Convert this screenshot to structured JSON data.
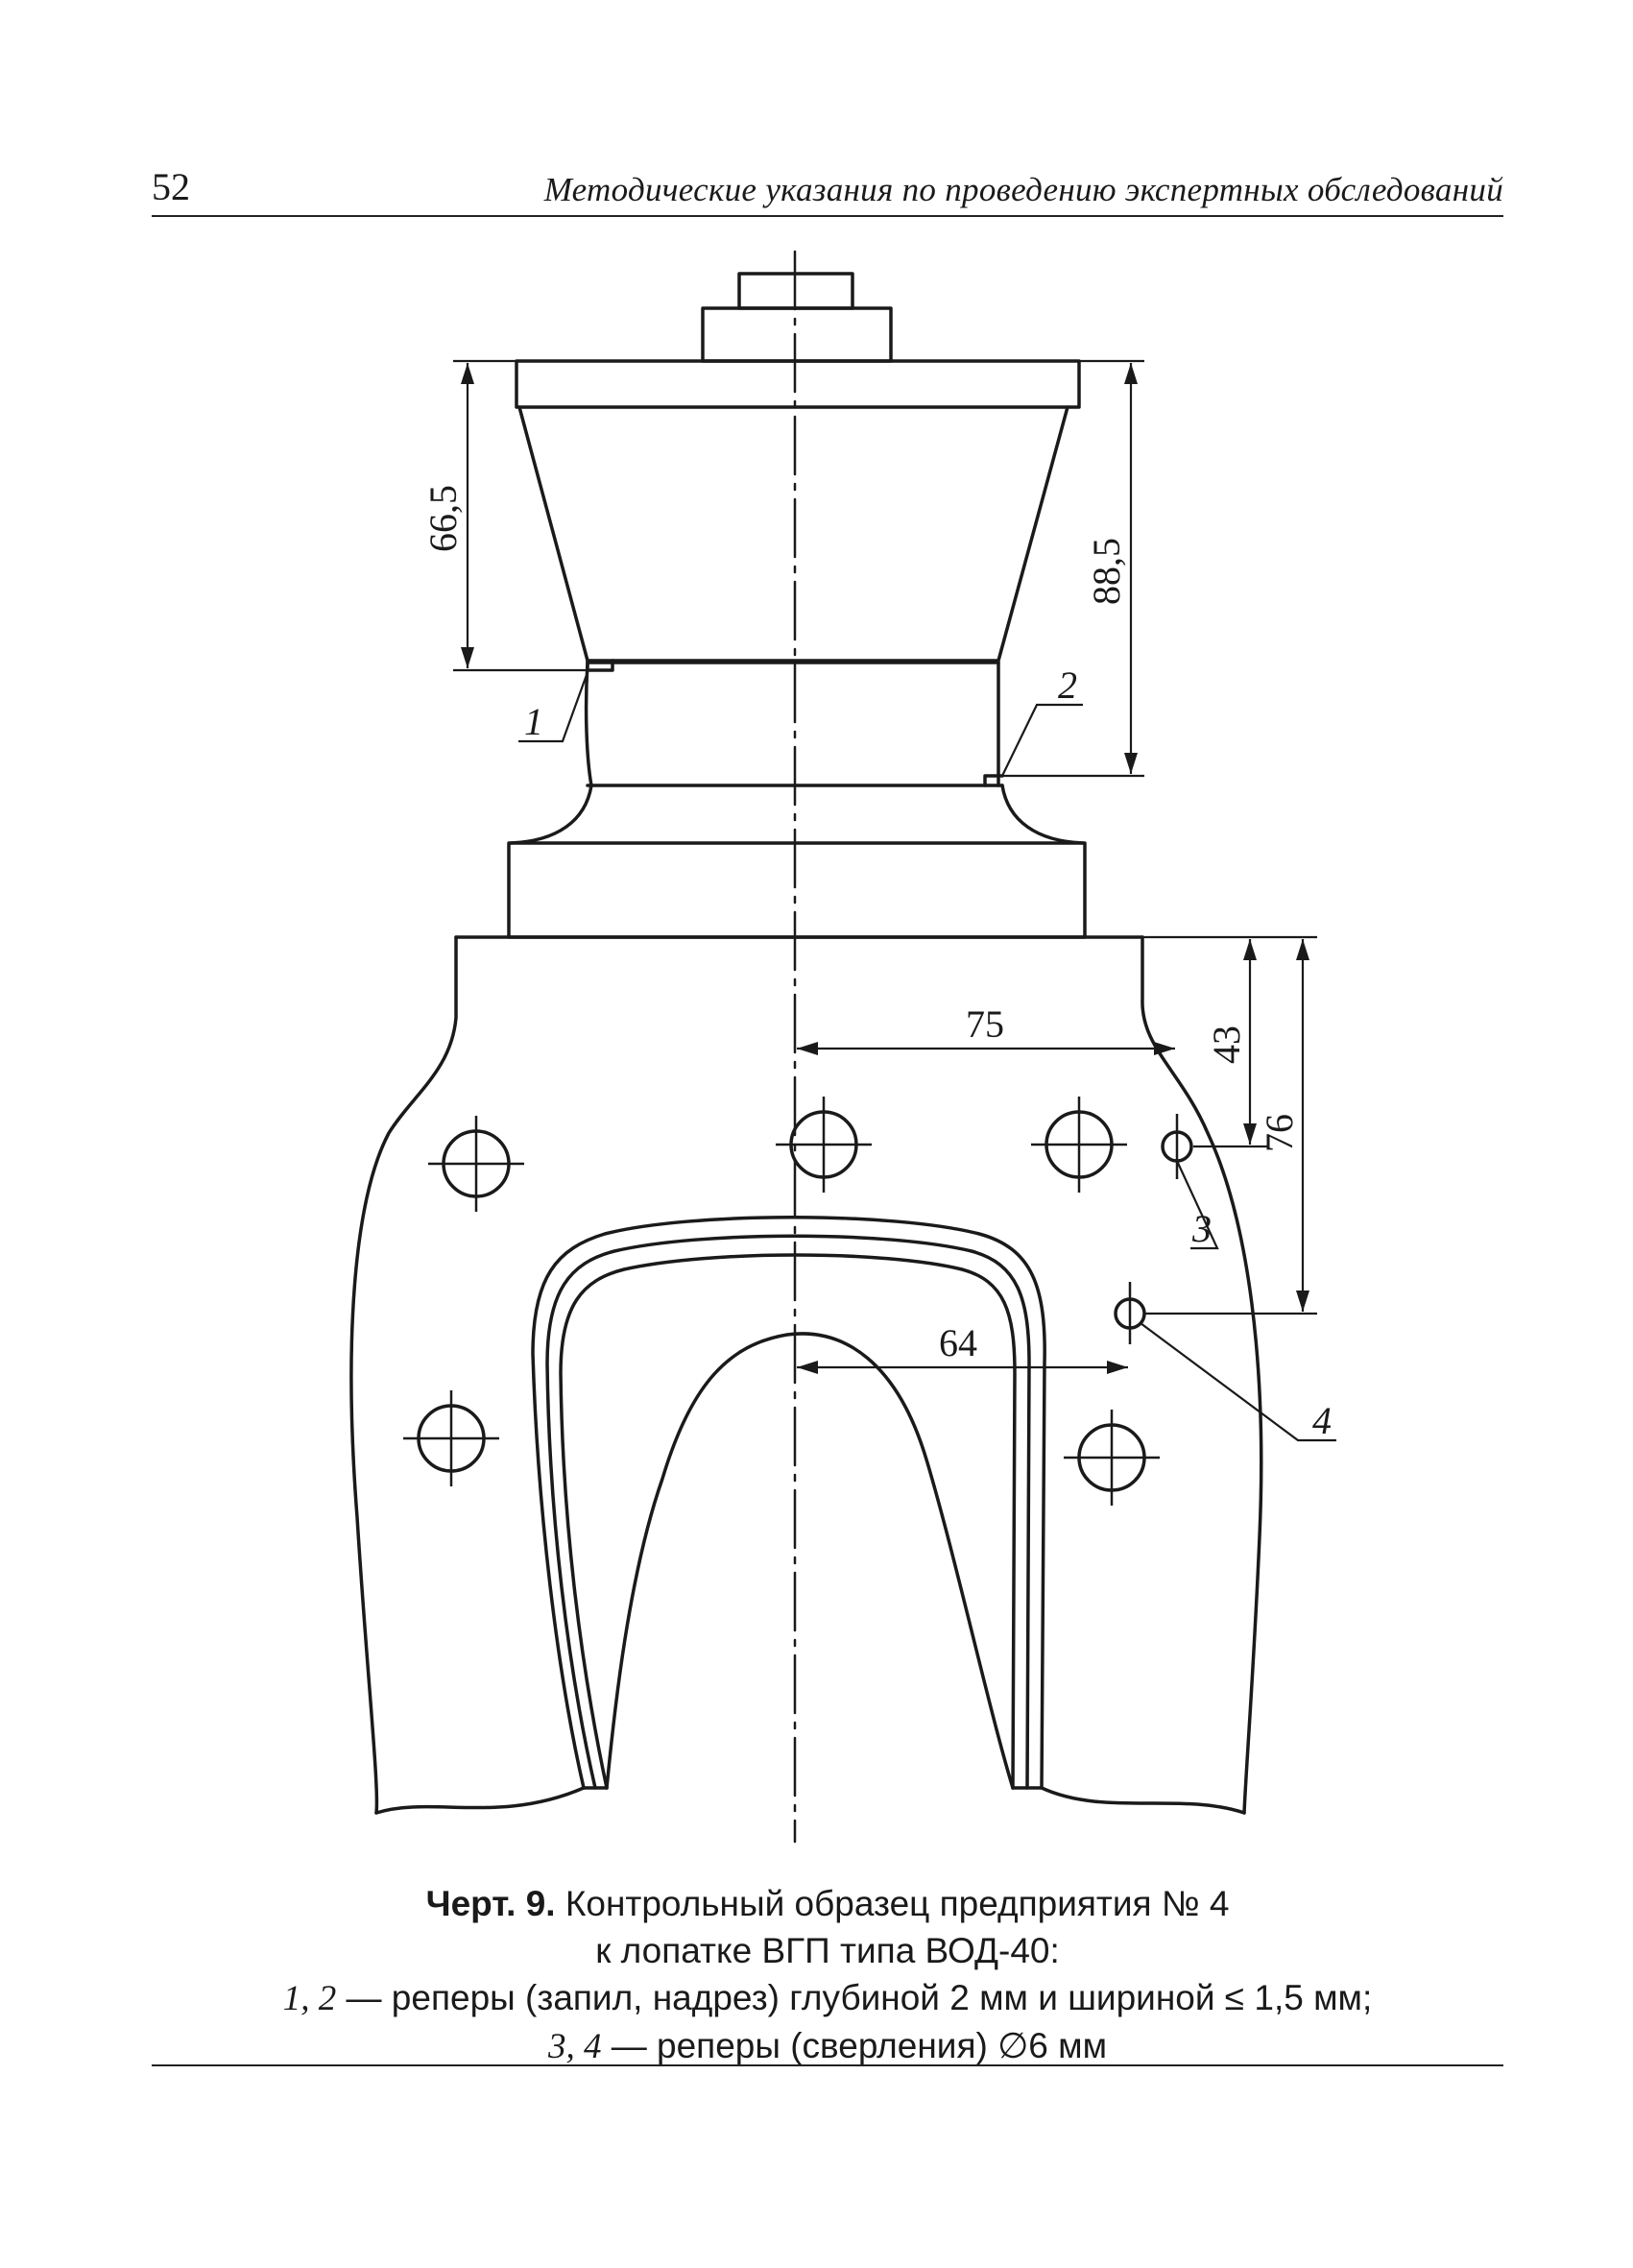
{
  "header": {
    "page_number": "52",
    "running_title": "Методические указания по проведению экспертных обследований"
  },
  "drawing": {
    "dimensions": {
      "d_66_5": "66,5",
      "d_88_5": "88,5",
      "d_75": "75",
      "d_43": "43",
      "d_76": "76",
      "d_64": "64"
    },
    "callouts": {
      "c1": "1",
      "c2": "2",
      "c3": "3",
      "c4": "4"
    }
  },
  "caption": {
    "fig_label": "Черт. 9.",
    "line1_rest": " Контрольный образец предприятия № 4",
    "line2": "к лопатке ВГП типа ВОД-40:",
    "line3_items": "1, 2",
    "line3_rest": " — реперы (запил, надрез) глубиной 2 мм и шириной ≤ 1,5 мм;",
    "line4_items": "3, 4",
    "line4_rest": " — реперы (сверления) ∅6 мм"
  }
}
